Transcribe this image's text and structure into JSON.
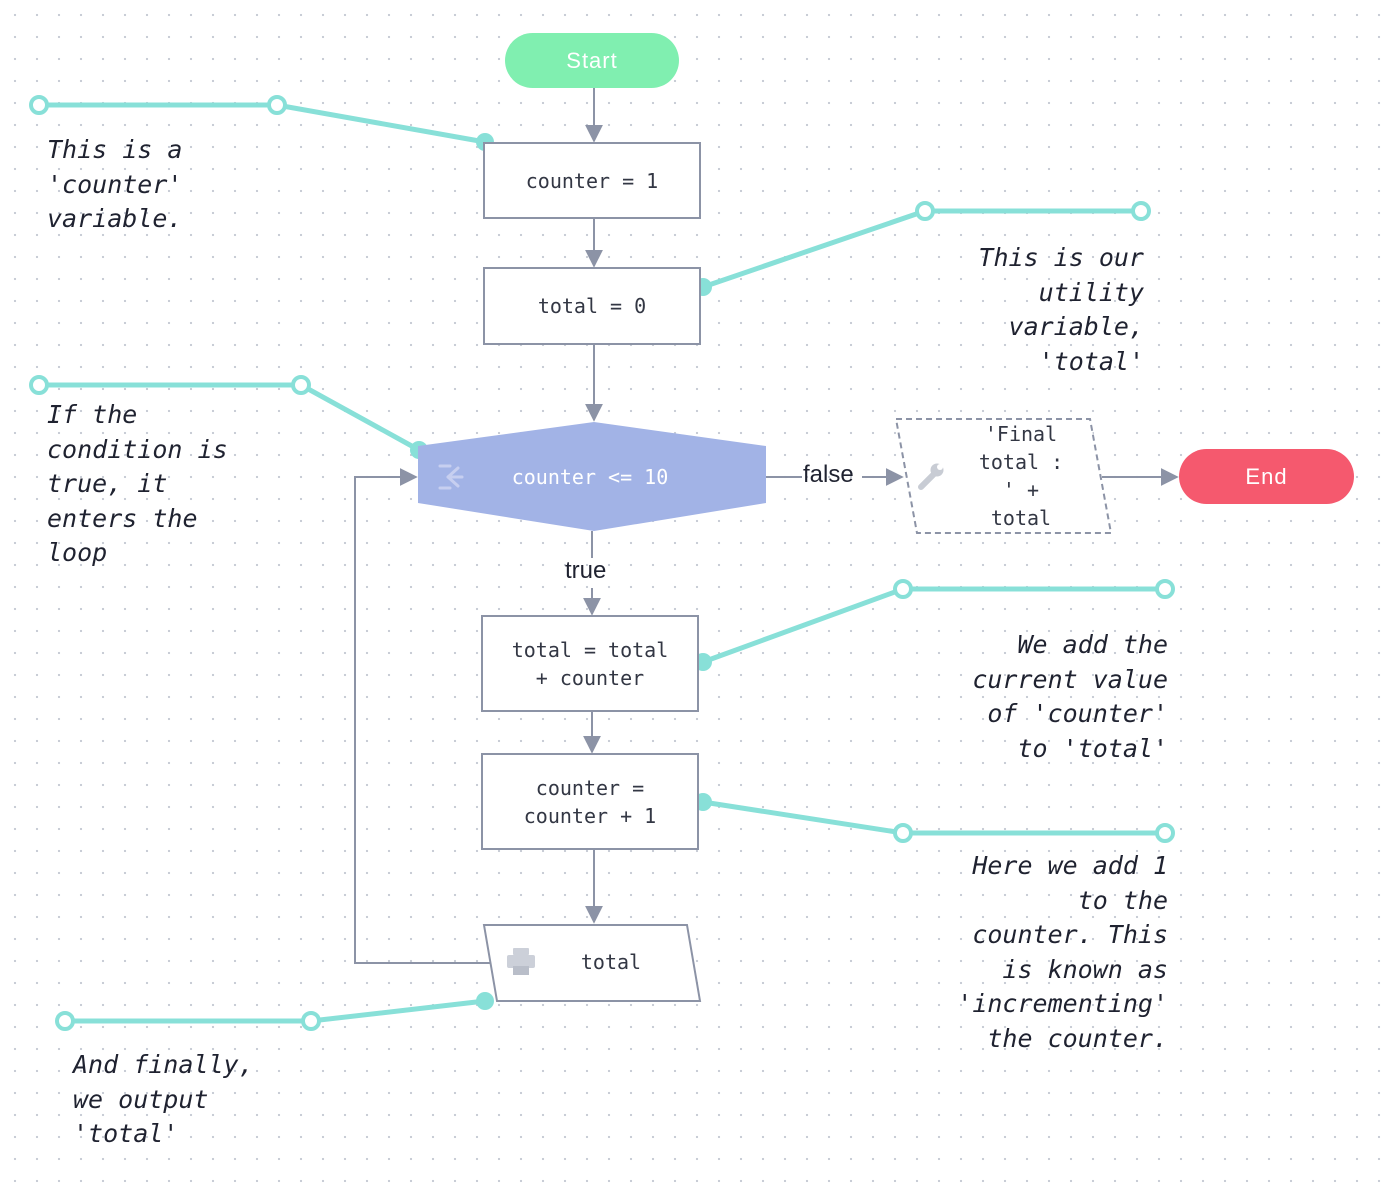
{
  "nodes": {
    "start": "Start",
    "counter_init": "counter = 1",
    "total_init": "total = 0",
    "condition": "counter <= 10",
    "total_update": "total = total\n+ counter",
    "counter_increment": "counter =\ncounter + 1",
    "output": "total",
    "final_output": "'Final\ntotal :\n' +\ntotal",
    "end": "End"
  },
  "edge_labels": {
    "false": "false",
    "true": "true"
  },
  "annotations": {
    "counter_note": "This is a\n'counter'\nvariable.",
    "total_note": "This is our\nutility\nvariable,\n'total'",
    "condition_note": "If the\ncondition is\ntrue, it\nenters the\nloop",
    "add_note": "We add the\ncurrent value\nof 'counter'\nto 'total'",
    "increment_note": "Here we add 1\nto the\ncounter. This\nis known as\n'incrementing'\nthe counter.",
    "output_note": "And finally,\nwe output\n'total'"
  },
  "icons": {
    "condition": "branch-icon",
    "output": "printer-icon",
    "final_output": "wrench-icon"
  },
  "colors": {
    "start": "#80efb0",
    "end": "#f5596e",
    "condition": "#a2b3e6",
    "annotation_line": "#88e0d8",
    "connector": "#8c93a6"
  }
}
